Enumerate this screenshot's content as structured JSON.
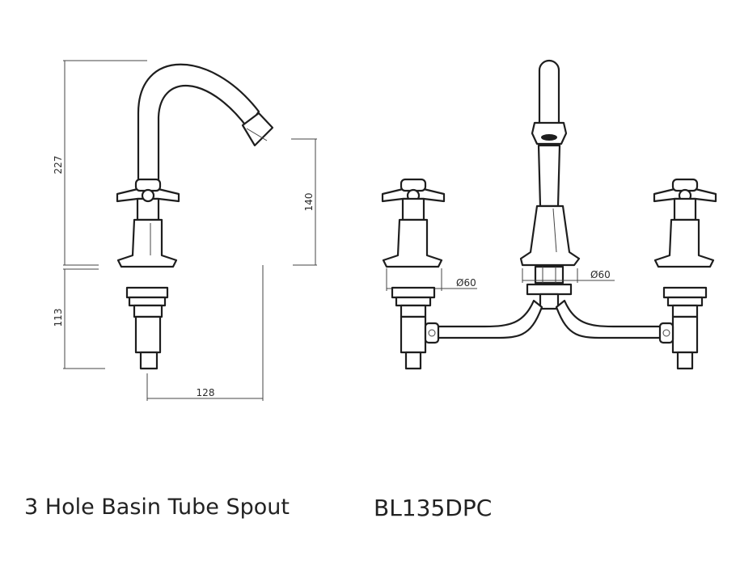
{
  "dimensions": {
    "total_height": "227",
    "spout_height": "140",
    "body_depth": "113",
    "spout_reach": "128",
    "left_base_diameter": "Ø60",
    "center_base_diameter": "Ø60"
  },
  "footer": {
    "product_name": "3 Hole Basin Tube Spout",
    "product_code": "BL135DPC"
  }
}
